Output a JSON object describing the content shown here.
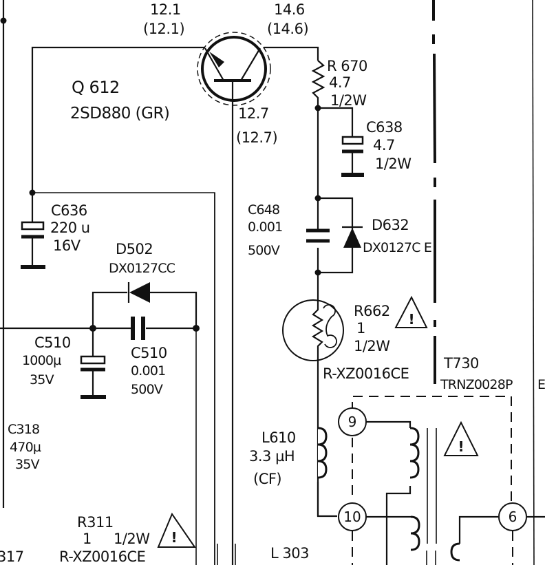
{
  "diagram": {
    "type": "electronic-schematic",
    "voltages": {
      "q612_base": {
        "v1": "12.1",
        "v2": "(12.1)"
      },
      "q612_collector": {
        "v1": "14.6",
        "v2": "(14.6)"
      },
      "q612_emitter": {
        "v1": "12.7",
        "v2": "(12.7)"
      }
    },
    "components": {
      "q612": {
        "ref": "Q 612",
        "part": "2SD880 (GR)"
      },
      "r670": {
        "ref": "R 670",
        "value": "4.7",
        "rating": "1/2W"
      },
      "c638": {
        "ref": "C638",
        "value": "4.7",
        "rating": "1/2W"
      },
      "c636": {
        "ref": "C636",
        "value": "220 u",
        "rating": "16V"
      },
      "c648": {
        "ref": "C648",
        "value": "0.001",
        "rating": "500V"
      },
      "d632": {
        "ref": "D632",
        "part": "DX0127C E"
      },
      "d502": {
        "ref": "D502",
        "part": "DX0127CC"
      },
      "c510a": {
        "ref": "C510",
        "value": "1000µ",
        "rating": "35V"
      },
      "c510b": {
        "ref": "C510",
        "value": "0.001",
        "rating": "500V"
      },
      "r662": {
        "ref": "R662",
        "value": "1",
        "rating": "1/2W",
        "part": "R-XZ0016CE"
      },
      "t730": {
        "ref": "T730",
        "part": "TRNZ0028P",
        "suffix": "E"
      },
      "c318": {
        "ref": "C318",
        "value": "470µ",
        "rating": "35V"
      },
      "l610": {
        "ref": "L610",
        "value": "3.3 µH",
        "note": "(CF)"
      },
      "r311": {
        "ref": "R311",
        "value": "1",
        "rating": "1/2W",
        "part": "R-XZ0016CE"
      },
      "l303": {
        "ref": "L 303"
      },
      "r317_partial": {
        "ref": "317"
      }
    },
    "transformer_pins": [
      "9",
      "10",
      "6"
    ],
    "warning_symbol": "!"
  }
}
